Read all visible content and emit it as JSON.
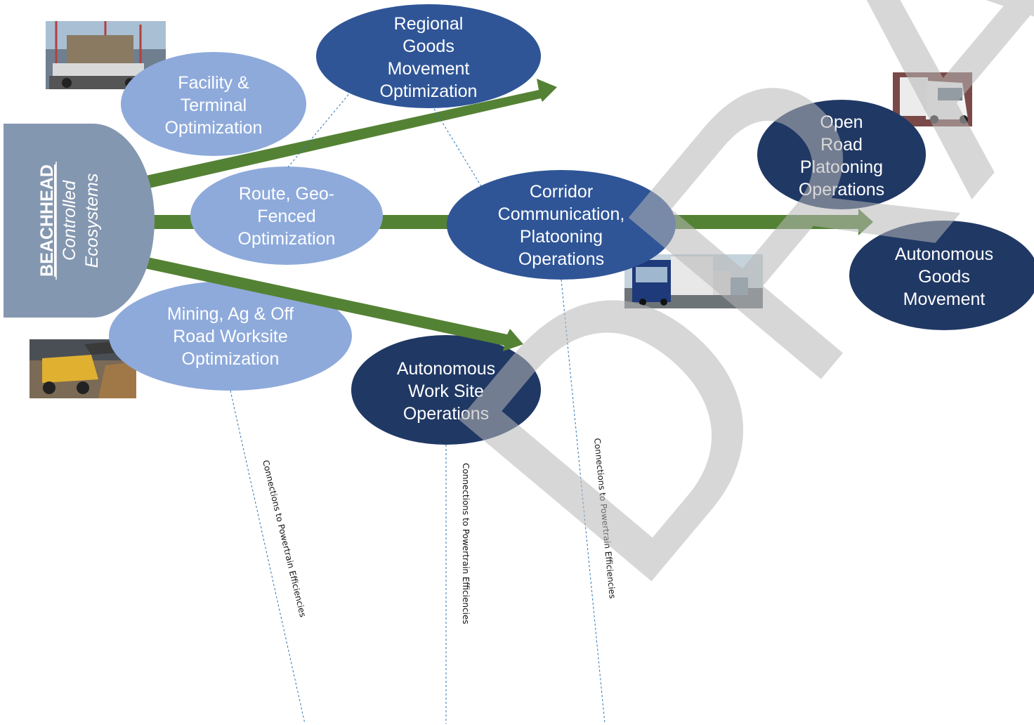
{
  "watermark": "DRAFT",
  "beachhead": {
    "title": "BEACHHEAD",
    "subtitle_line1": "Controlled",
    "subtitle_line2": "Ecosystems"
  },
  "nodes": {
    "facility": [
      "Facility &",
      "Terminal",
      "Optimization"
    ],
    "regional": [
      "Regional",
      "Goods",
      "Movement",
      "Optimization"
    ],
    "route": [
      "Route, Geo-",
      "Fenced",
      "Optimization"
    ],
    "corridor": [
      "Corridor",
      "Communication,",
      "Platooning",
      "Operations"
    ],
    "open_road": [
      "Open",
      "Road",
      "Platooning",
      "Operations"
    ],
    "autonomous_goods": [
      "Autonomous",
      "Goods",
      "Movement"
    ],
    "mining": [
      "Mining, Ag & Off",
      "Road  Worksite",
      "Optimization"
    ],
    "worksite": [
      "Autonomous",
      "Work Site",
      "Operations"
    ]
  },
  "connections": {
    "label_1": "Connections to Powertrain Efficiencies",
    "label_2": "Connections to Powertrain Efficiencies",
    "label_3": "Connections to Powertrain Efficiencies"
  },
  "photos": {
    "port_truck": "port-container-truck-photo",
    "mining_truck": "mining-haul-truck-photo",
    "platoon_trucks": "platooning-trucks-photo",
    "otto_truck": "otto-autonomous-truck-photo"
  },
  "colors": {
    "arrow_green": "#548235",
    "light_blue": "#8eaadb",
    "mid_blue": "#2f5597",
    "dark_blue": "#203864",
    "beachhead_gray": "#8497b0",
    "dashed_line": "#2e75b6"
  }
}
